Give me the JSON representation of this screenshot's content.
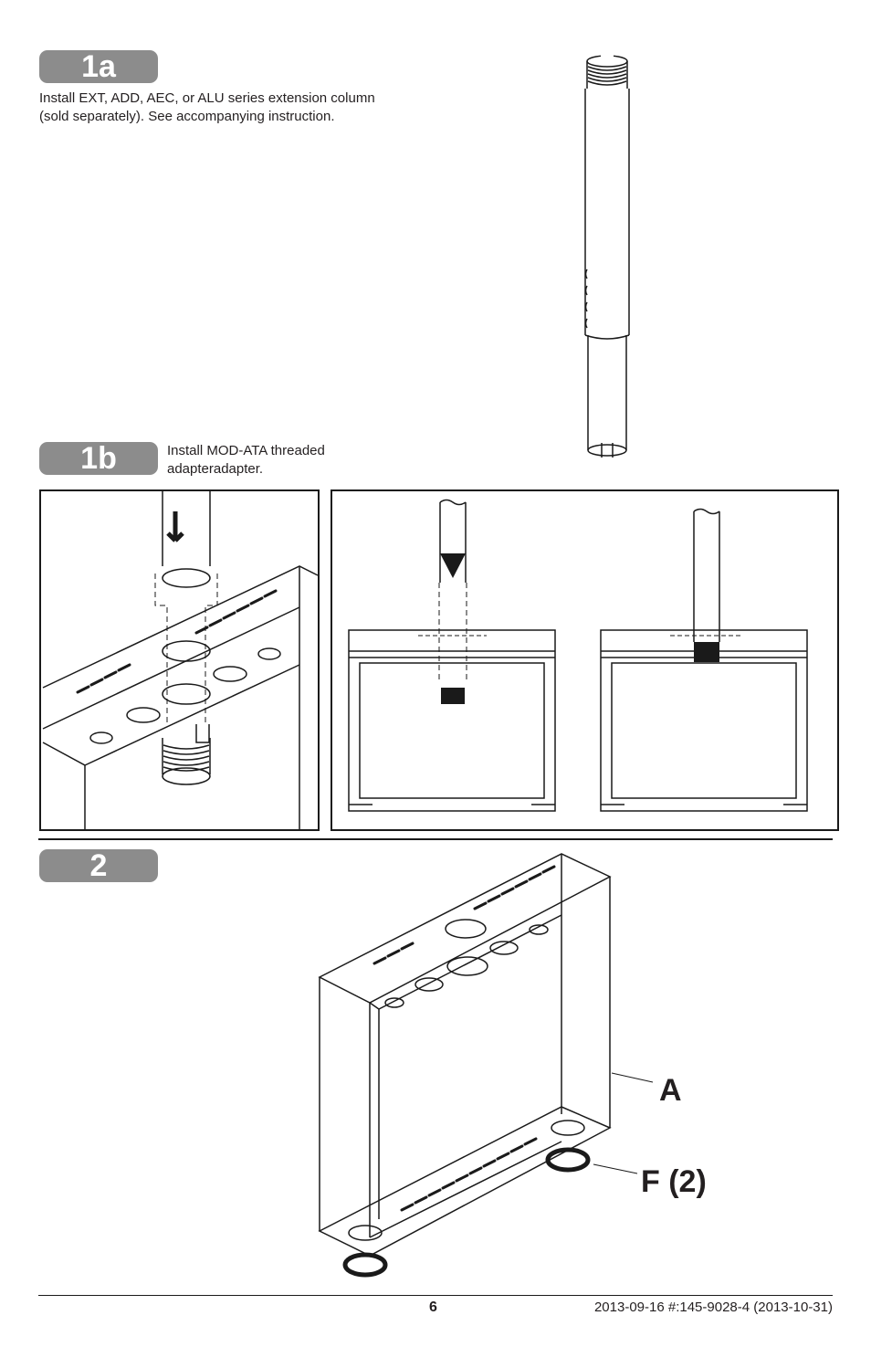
{
  "steps": {
    "s1a": {
      "badge": "1a",
      "text_line1": "Install EXT, ADD, AEC, or ALU series extension column",
      "text_line2": "(sold separately). See accompanying instruction."
    },
    "s1b": {
      "badge": "1b",
      "text_line1": "Install MOD-ATA  threaded",
      "text_line2": "adapteradapter."
    },
    "s2": {
      "badge": "2"
    }
  },
  "callouts": {
    "a": "A",
    "f": "F (2)"
  },
  "footer": {
    "page_number": "6",
    "doc_info": "2013-09-16  #:145-9028-4   (2013-10-31)"
  }
}
